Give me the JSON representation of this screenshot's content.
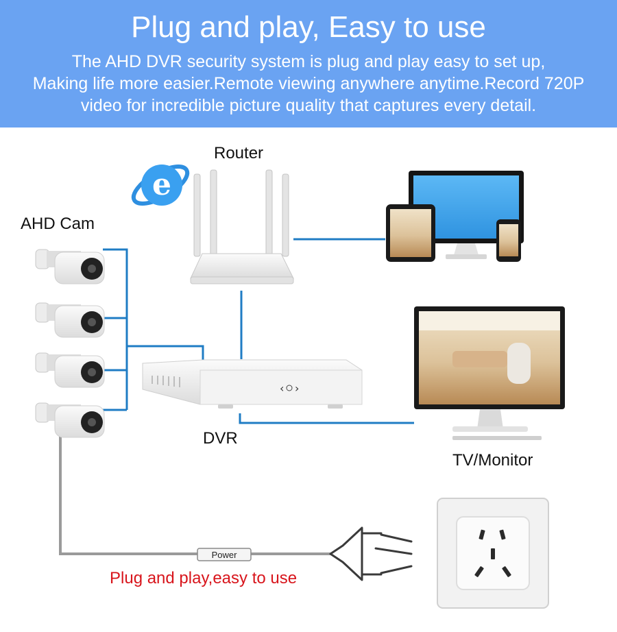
{
  "banner": {
    "title": "Plug and play, Easy to use",
    "description_lines": [
      "The AHD DVR security system is plug and play easy to set up,",
      "Making life more easier.Remote viewing anywhere anytime.Record 720P",
      "video for incredible picture quality that captures every detail."
    ]
  },
  "labels": {
    "router": "Router",
    "cam": "AHD Cam",
    "dvr": "DVR",
    "monitor": "TV/Monitor",
    "power_tag": "Power",
    "footer": "Plug and play,easy to use"
  },
  "colors": {
    "banner": "#6aa3f2",
    "link_line": "#1f7cc4",
    "power_cable": "#9a9a9a",
    "footer_text": "#d8151c"
  },
  "icons": [
    "internet-explorer-icon",
    "router-icon",
    "camera-icon",
    "dvr-icon",
    "monitor-icon",
    "tablet-icon",
    "phone-icon",
    "wall-socket-icon",
    "power-plug-icon"
  ]
}
